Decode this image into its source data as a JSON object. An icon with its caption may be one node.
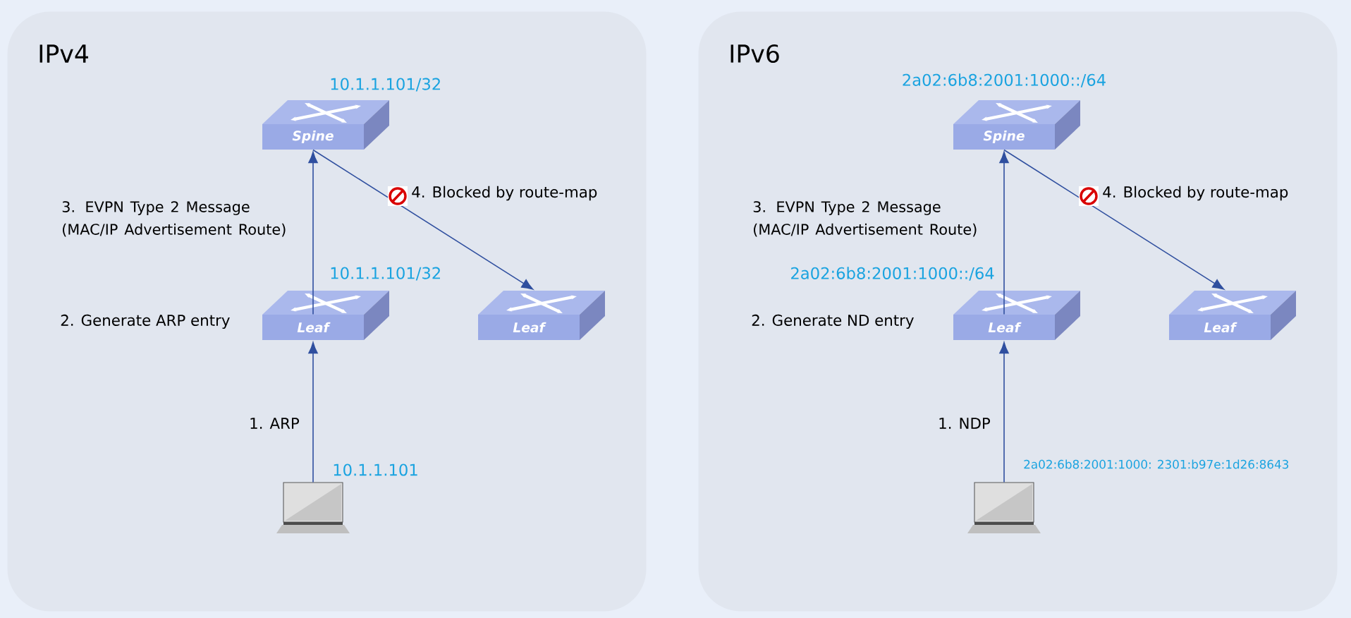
{
  "diagram": {
    "nodes": [
      {
        "text": [
          "IPv4"
        ]
      },
      {
        "text": [
          "Spine"
        ],
        "in": 0,
        "beside": [
          "10.1.1.101/32"
        ]
      },
      {
        "text": [
          "Leaf"
        ],
        "in": 0,
        "beside": [
          "2. Generate ARP entry",
          "10.1.1.101/32"
        ]
      },
      {
        "text": [
          "Leaf"
        ],
        "in": 0
      },
      {
        "text": [],
        "shape": "laptop",
        "in": 0,
        "beside": [
          "10.1.1.101"
        ]
      },
      {
        "text": [
          "IPv6"
        ]
      },
      {
        "text": [
          "Spine"
        ],
        "in": 5,
        "beside": [
          "2a02:6b8:2001:1000::/64"
        ]
      },
      {
        "text": [
          "Leaf"
        ],
        "in": 5,
        "beside": [
          "2. Generate ND entry",
          "2a02:6b8:2001:1000::/64"
        ]
      },
      {
        "text": [
          "Leaf"
        ],
        "in": 5
      },
      {
        "text": [],
        "shape": "laptop",
        "in": 5,
        "beside": [
          "2a02:6b8:2001:1000: 2301:b97e:1d26:8643"
        ]
      }
    ],
    "edges": [
      {
        "from": 2,
        "to": 1,
        "arrow": "to",
        "label": "3. EVPN Type 2 Message (MAC/IP Advertisement Route)"
      },
      {
        "from": 1,
        "to": 3,
        "arrow": "to",
        "label": "4. Blocked by route-map"
      },
      {
        "from": 4,
        "to": 2,
        "arrow": "to",
        "label": "1. ARP"
      },
      {
        "from": 7,
        "to": 6,
        "arrow": "to",
        "label": "3. EVPN Type 2 Message (MAC/IP Advertisement Route)"
      },
      {
        "from": 6,
        "to": 8,
        "arrow": "to",
        "label": "4. Blocked by route-map"
      },
      {
        "from": 9,
        "to": 7,
        "arrow": "to",
        "label": "1. NDP"
      }
    ]
  }
}
